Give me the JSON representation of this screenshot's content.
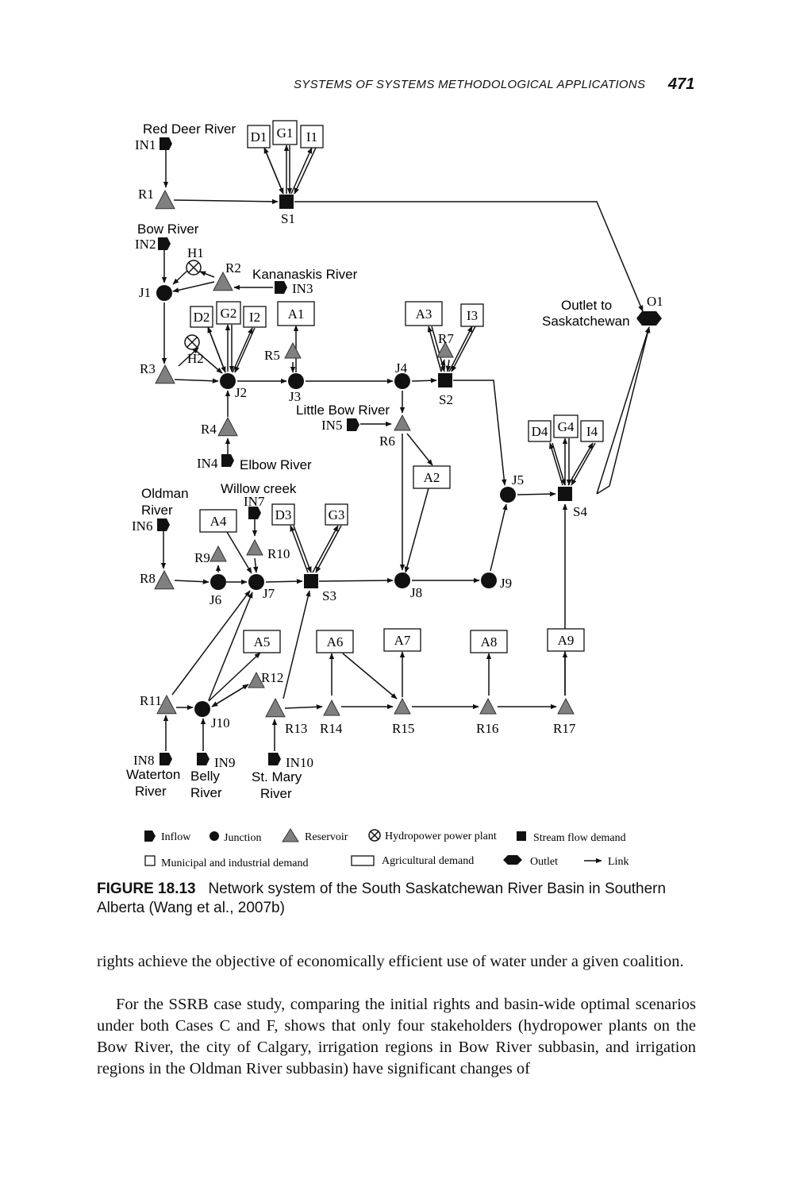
{
  "header": {
    "running_title": "SYSTEMS OF SYSTEMS METHODOLOGICAL APPLICATIONS",
    "page_number": "471"
  },
  "figure": {
    "river_labels": {
      "red_deer": "Red Deer River",
      "bow": "Bow River",
      "kananaskis": "Kananaskis River",
      "little_bow": "Little Bow River",
      "elbow": "Elbow River",
      "oldman_1": "Oldman",
      "oldman_2": "River",
      "willow": "Willow creek",
      "outlet_1": "Outlet to",
      "outlet_2": "Saskatchewan",
      "waterton_1": "Waterton",
      "waterton_2": "River",
      "belly_1": "Belly",
      "belly_2": "River",
      "stmary_1": "St. Mary",
      "stmary_2": "River"
    },
    "nodes": {
      "IN1": "IN1",
      "IN2": "IN2",
      "IN3": "IN3",
      "IN4": "IN4",
      "IN5": "IN5",
      "IN6": "IN6",
      "IN7": "IN7",
      "IN8": "IN8",
      "IN9": "IN9",
      "IN10": "IN10",
      "R1": "R1",
      "R2": "R2",
      "R3": "R3",
      "R4": "R4",
      "R5": "R5",
      "R6": "R6",
      "R7": "R7",
      "R8": "R8",
      "R9": "R9",
      "R10": "R10",
      "R11": "R11",
      "R12": "R12",
      "R13": "R13",
      "R14": "R14",
      "R15": "R15",
      "R16": "R16",
      "R17": "R17",
      "J1": "J1",
      "J2": "J2",
      "J3": "J3",
      "J4": "J4",
      "J5": "J5",
      "J6": "J6",
      "J7": "J7",
      "J8": "J8",
      "J9": "J9",
      "J10": "J10",
      "S1": "S1",
      "S2": "S2",
      "S3": "S3",
      "S4": "S4",
      "H1": "H1",
      "H2": "H2",
      "O1": "O1",
      "D1": "D1",
      "G1": "G1",
      "I1": "I1",
      "D2": "D2",
      "G2": "G2",
      "I2": "I2",
      "D3": "D3",
      "G3": "G3",
      "D4": "D4",
      "G4": "G4",
      "I3": "I3",
      "I4": "I4",
      "A1": "A1",
      "A2": "A2",
      "A3": "A3",
      "A4": "A4",
      "A5": "A5",
      "A6": "A6",
      "A7": "A7",
      "A8": "A8",
      "A9": "A9"
    },
    "legend": {
      "inflow": "Inflow",
      "junction": "Junction",
      "reservoir": "Reservoir",
      "hydropower": "Hydropower power plant",
      "stream_flow": "Stream flow demand",
      "municipal": "Municipal and industrial demand",
      "agricultural": "Agricultural demand",
      "outlet": "Outlet",
      "link": "Link"
    }
  },
  "caption": {
    "label": "FIGURE 18.13",
    "text": "Network system of the South Saskatchewan River Basin in Southern Alberta (Wang et al., 2007b)"
  },
  "body": {
    "para1": "rights achieve the objective of economically efficient use of water under a given coalition.",
    "para2": "For the SSRB case study, comparing the initial rights and basin-wide optimal scenarios under both Cases C and F, shows that only four stakeholders (hydropower plants on the Bow River, the city of Calgary, irrigation regions in Bow River subbasin, and irrigation regions in the Oldman River subbasin) have significant changes of"
  },
  "colors": {
    "reservoir_fill": "#808080",
    "ink": "#111111"
  }
}
